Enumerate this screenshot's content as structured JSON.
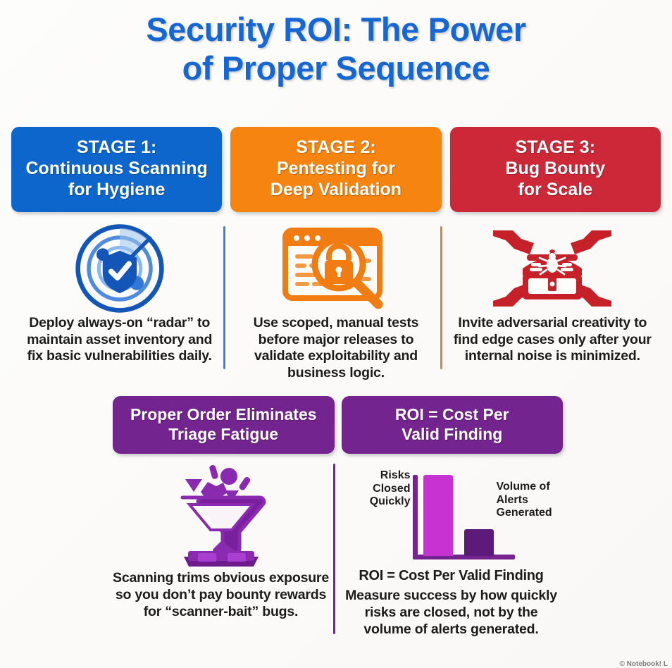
{
  "title": {
    "line1": "Security ROI: The Power",
    "line2": "of Proper Sequence",
    "color": "#1667d4"
  },
  "stages": [
    {
      "label": "STAGE 1:",
      "name_line1": "Continuous Scanning",
      "name_line2": "for Hygiene",
      "color": "#0d66cc",
      "icon": "radar-shield-icon",
      "description": "Deploy always-on “radar” to maintain asset inventory and fix basic vulnerabilities daily."
    },
    {
      "label": "STAGE 2:",
      "name_line1": "Pentesting for",
      "name_line2": "Deep Validation",
      "color": "#f58410",
      "icon": "browser-lock-magnifier-icon",
      "description": "Use scoped, manual tests before major releases to validate exploitability and business logic."
    },
    {
      "label": "STAGE 3:",
      "name_line1": "Bug Bounty",
      "name_line2": "for Scale",
      "color": "#cc2838",
      "icon": "treasure-chest-bug-hands-icon",
      "description": "Invite adversarial creativity to find edge cases only after your internal noise is minimized."
    }
  ],
  "outcomes": [
    {
      "heading_line1": "Proper Order Eliminates",
      "heading_line2": "Triage Fatigue",
      "color": "#73248f",
      "icon": "funnel-filter-icon",
      "description": "Scanning trims obvious exposure so you don’t pay bounty rewards for “scanner-bait” bugs."
    },
    {
      "heading_line1": "ROI = Cost Per",
      "heading_line2": "Valid Finding",
      "color": "#73248f",
      "icon": "bar-chart-icon",
      "description": "Measure success by how quickly risks are closed, not by the volume of alerts generated."
    }
  ],
  "chart_data": {
    "type": "bar",
    "title": "ROI = Cost Per Valid Finding",
    "categories": [
      "Risks Closed Quickly",
      "Volume of Alerts Generated"
    ],
    "values": [
      100,
      30
    ],
    "colors": [
      "#c832d2",
      "#5c1b7a"
    ],
    "xlabel": "",
    "ylabel": "",
    "ylim": [
      0,
      110
    ],
    "grid": false,
    "legend": "none",
    "label_left": "Risks\nClosed\nQuickly",
    "label_right": "Volume of\nAlerts\nGenerated",
    "caption": "ROI = Cost Per Valid Finding"
  },
  "chart_labels": {
    "left_l1": "Risks",
    "left_l2": "Closed",
    "left_l3": "Quickly",
    "right_l1": "Volume of",
    "right_l2": "Alerts",
    "right_l3": "Generated"
  },
  "watermark": "© Notebook! L"
}
